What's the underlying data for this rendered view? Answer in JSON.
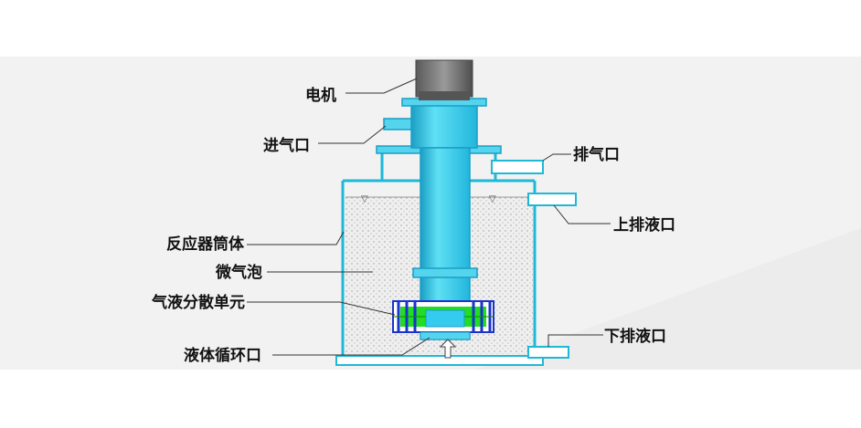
{
  "diagram": {
    "colors": {
      "background": "#ffffff",
      "panel": "#e9e9e9",
      "panel_shade": "#d9d9d9",
      "vessel_outline": "#1fb8d6",
      "liquid": "#eeeeee",
      "shaft": "#33ccee",
      "shaft_dark": "#1a9ec4",
      "motor": "#6c6c6c",
      "impeller_green": "#22dd22",
      "impeller_blue": "#1a33cc",
      "leader": "#333333"
    },
    "labels": {
      "motor": "电机",
      "gas_inlet": "进气口",
      "gas_outlet": "排气口",
      "upper_liquid_outlet": "上排液口",
      "reactor_body": "反应器筒体",
      "micro_bubbles": "微气泡",
      "dispersion_unit": "气液分散单元",
      "liquid_circulation_inlet": "液体循环口",
      "lower_liquid_outlet": "下排液口"
    }
  }
}
